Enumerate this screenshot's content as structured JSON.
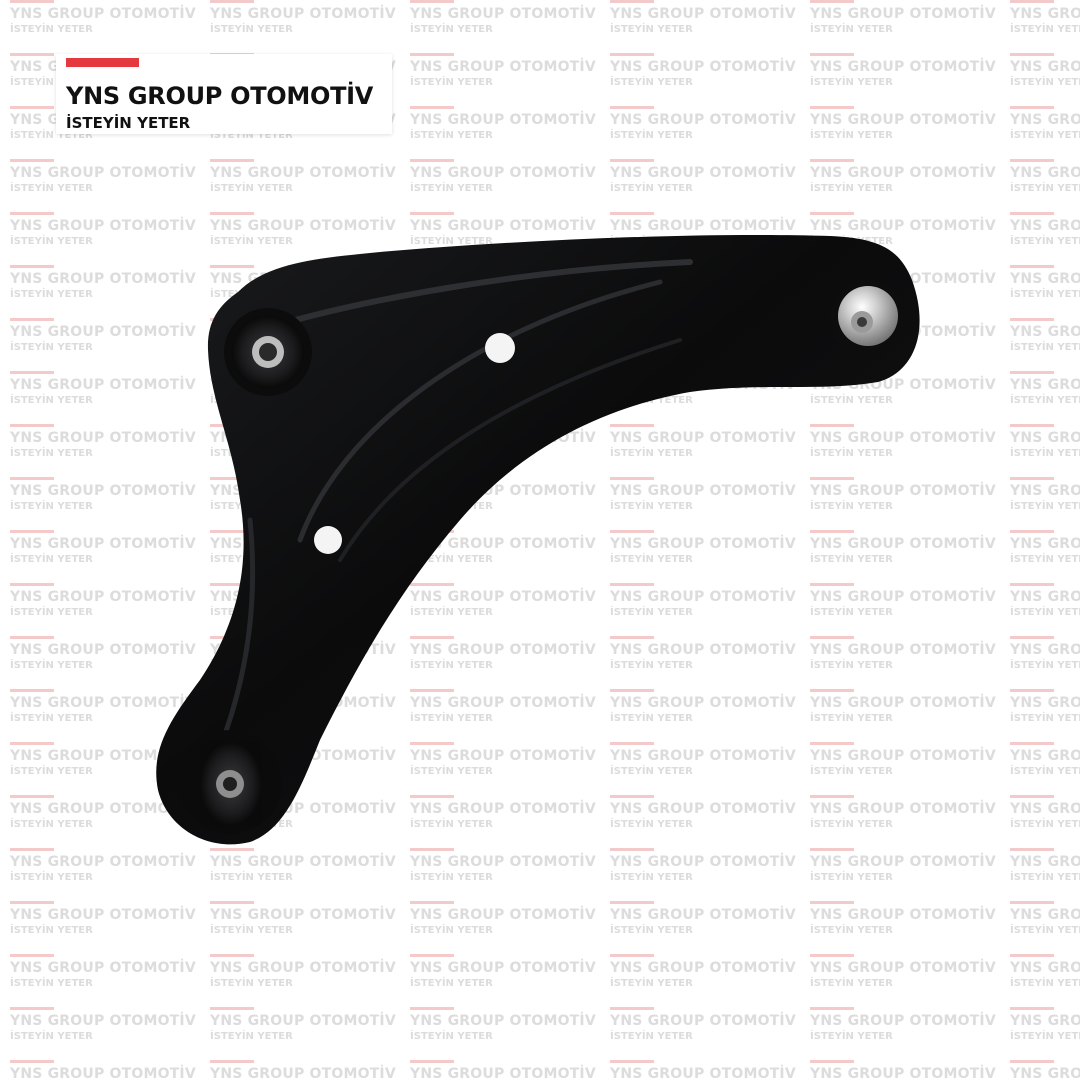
{
  "brand": {
    "name": "YNS GROUP OTOMOTİV",
    "tagline": "İSTEYİN YETER",
    "accent_color": "#e4393f"
  },
  "watermark": {
    "line1": "YNS GROUP OTOMOTİV",
    "line2": "İSTEYİN YETER"
  },
  "product": {
    "icon": "control-arm-image"
  }
}
